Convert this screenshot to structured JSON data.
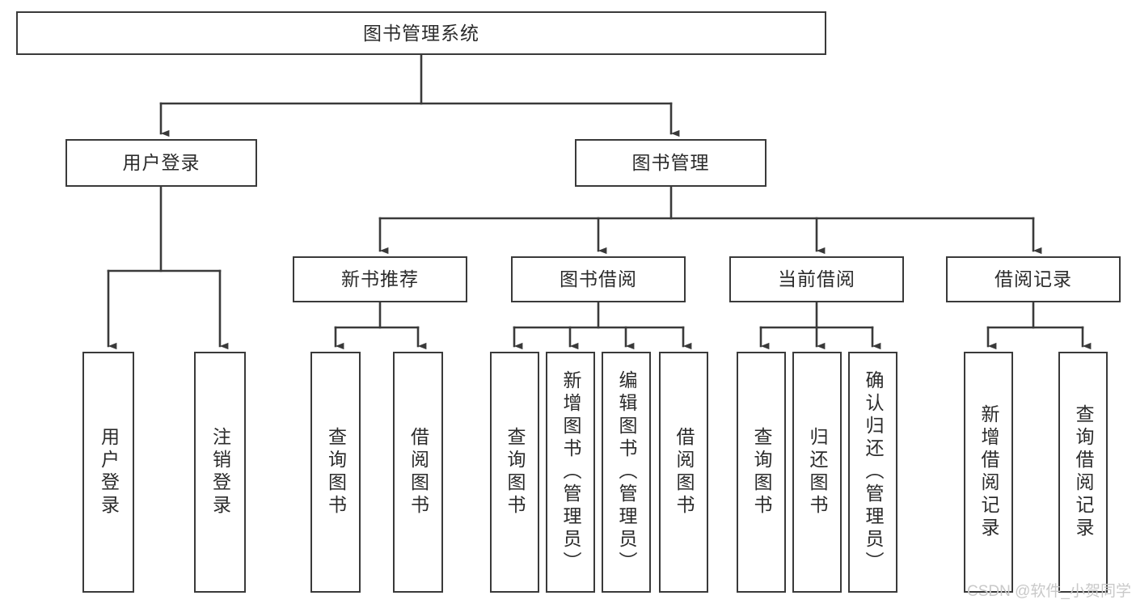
{
  "diagram": {
    "title": "图书管理系统",
    "watermark": "CSDN @软件_小贺同学",
    "colors": {
      "background": "#ffffff",
      "box_border": "#3a3a3a",
      "box_fill": "#ffffff",
      "text": "#2b2b2b",
      "connector": "#3a3a3a",
      "watermark": "#c9c9c9"
    },
    "root": {
      "label": "图书管理系统"
    },
    "level2": [
      {
        "id": "user-login",
        "label": "用户登录"
      },
      {
        "id": "book-manage",
        "label": "图书管理"
      }
    ],
    "level3": [
      {
        "id": "new-book-recommend",
        "label": "新书推荐"
      },
      {
        "id": "book-borrow",
        "label": "图书借阅"
      },
      {
        "id": "current-borrow",
        "label": "当前借阅"
      },
      {
        "id": "borrow-record",
        "label": "借阅记录"
      }
    ],
    "leaves": {
      "user_login": [
        {
          "id": "leaf-user-login",
          "label": "用户登录"
        },
        {
          "id": "leaf-logout-login",
          "label": "注销登录"
        }
      ],
      "new_book_recommend": [
        {
          "id": "leaf-query-book-1",
          "label": "查询图书"
        },
        {
          "id": "leaf-borrow-book-1",
          "label": "借阅图书"
        }
      ],
      "book_borrow": [
        {
          "id": "leaf-query-book-2",
          "label": "查询图书"
        },
        {
          "id": "leaf-add-book",
          "label": "新增图书（管理员）"
        },
        {
          "id": "leaf-edit-book",
          "label": "编辑图书（管理员）"
        },
        {
          "id": "leaf-borrow-book-2",
          "label": "借阅图书"
        }
      ],
      "current_borrow": [
        {
          "id": "leaf-query-book-3",
          "label": "查询图书"
        },
        {
          "id": "leaf-return-book",
          "label": "归还图书"
        },
        {
          "id": "leaf-confirm-return",
          "label": "确认归还（管理员）"
        }
      ],
      "borrow_record": [
        {
          "id": "leaf-add-record",
          "label": "新增借阅记录"
        },
        {
          "id": "leaf-query-record",
          "label": "查询借阅记录"
        }
      ]
    }
  }
}
